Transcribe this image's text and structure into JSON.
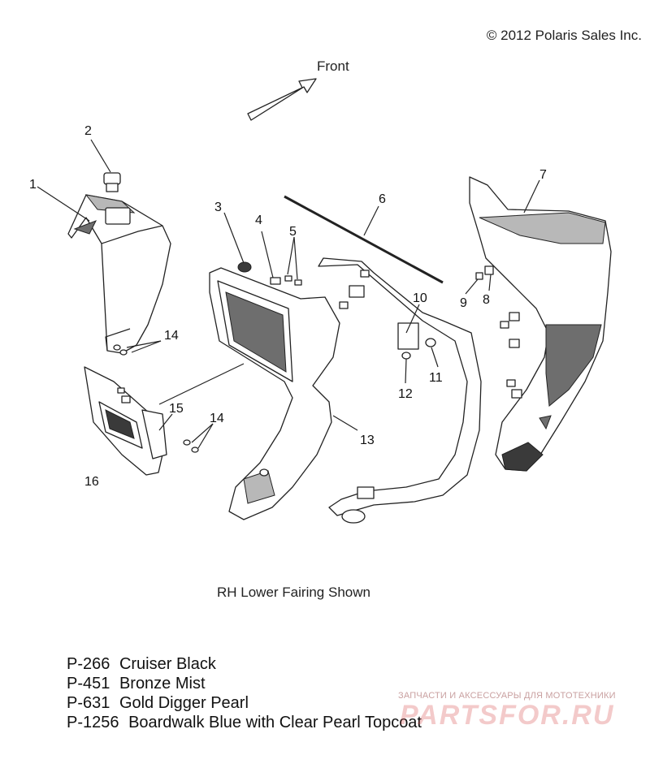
{
  "copyright": "© 2012 Polaris Sales Inc.",
  "front_label": "Front",
  "caption": "RH Lower Fairing Shown",
  "callouts": [
    "1",
    "2",
    "3",
    "4",
    "5",
    "6",
    "7",
    "8",
    "9",
    "10",
    "11",
    "12",
    "13",
    "14",
    "14",
    "15",
    "16"
  ],
  "color_codes": [
    {
      "code": "P-266",
      "name": "Cruiser Black"
    },
    {
      "code": "P-451",
      "name": "Bronze Mist"
    },
    {
      "code": "P-631",
      "name": "Gold Digger Pearl"
    },
    {
      "code": "P-1256",
      "name": "Boardwalk Blue with Clear Pearl Topcoat"
    }
  ],
  "watermark": {
    "tagline": "ЗАПЧАСТИ И АКСЕССУАРЫ ДЛЯ МОТОТЕХНИКИ",
    "logo": "PARTSFOR.RU"
  }
}
